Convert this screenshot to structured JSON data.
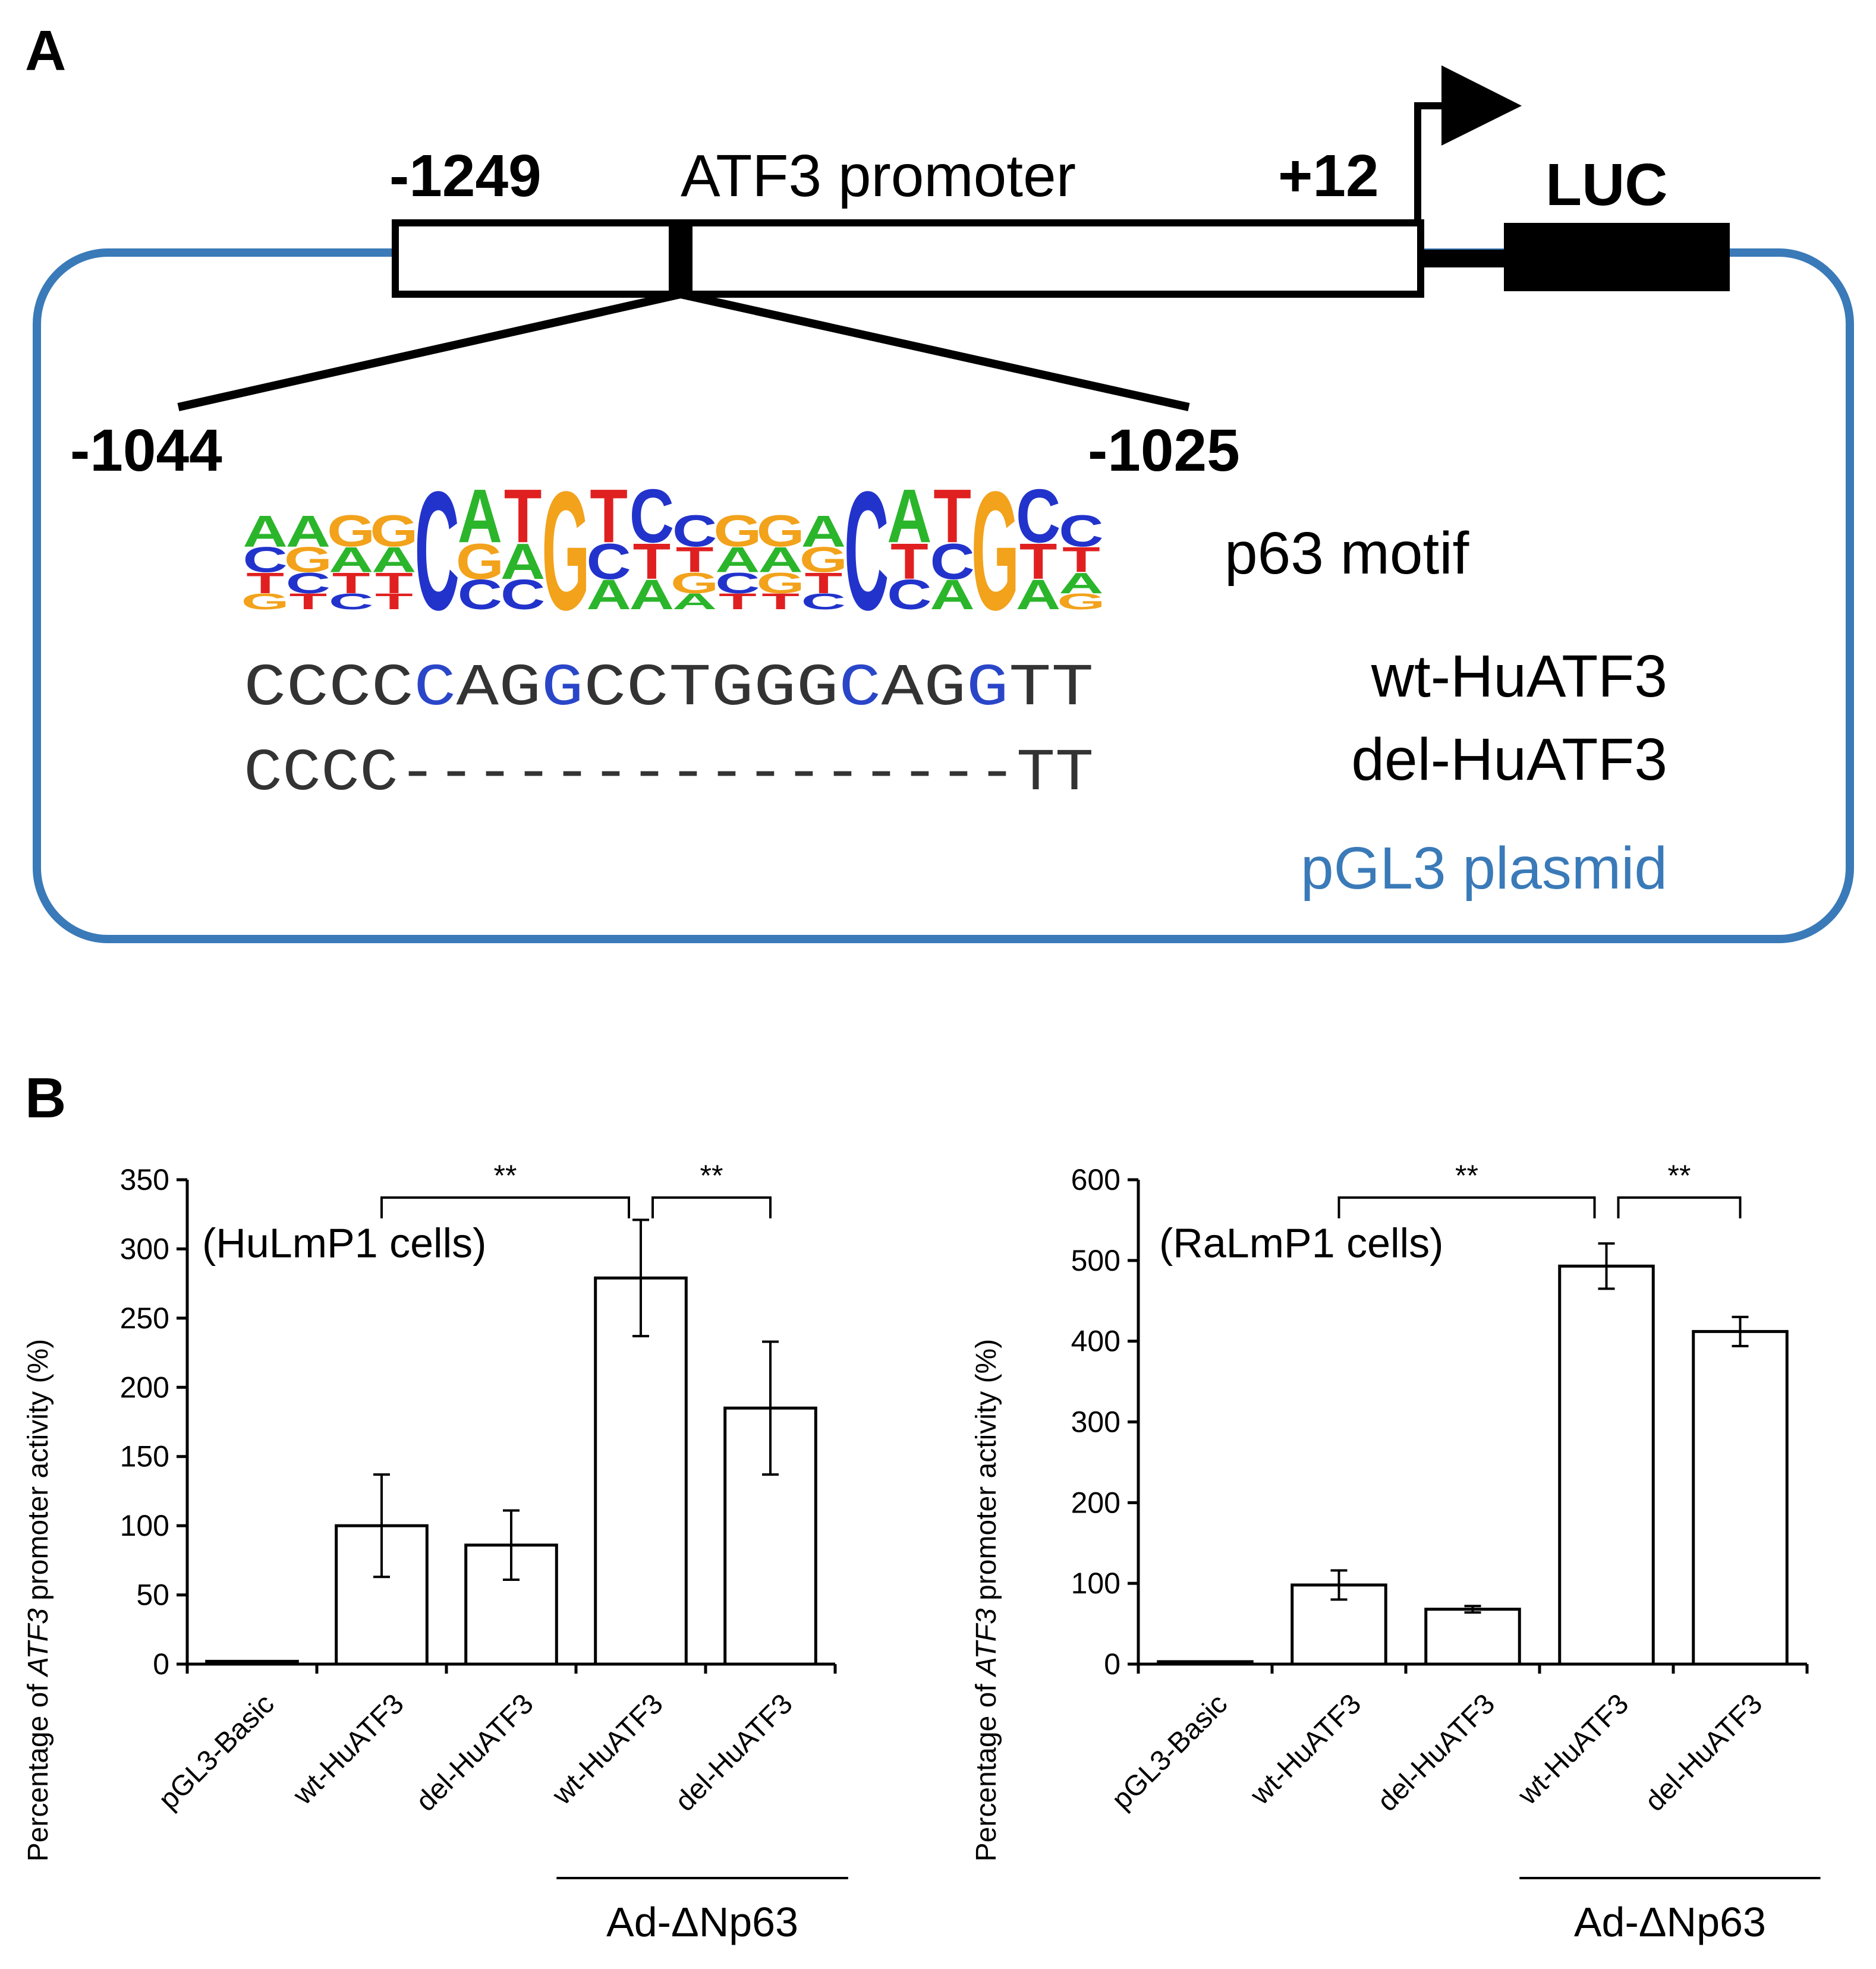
{
  "panel_a": {
    "label": "A",
    "promoter_name": "ATF3 promoter",
    "start_position": "-1249",
    "end_position": "+12",
    "reporter": "LUC",
    "region_start": "-1044",
    "region_end": "-1025",
    "motif_label": "p63 motif",
    "motif_logo": [
      [
        "A",
        "C",
        "T",
        "G"
      ],
      [
        "A",
        "G",
        "C",
        "T"
      ],
      [
        "G",
        "A",
        "T",
        "C"
      ],
      [
        "G",
        "A",
        "T",
        "T"
      ],
      [
        "C"
      ],
      [
        "A",
        "G",
        "C"
      ],
      [
        "T",
        "A",
        "C"
      ],
      [
        "G"
      ],
      [
        "T",
        "C",
        "A"
      ],
      [
        "C",
        "T",
        "A"
      ],
      [
        "C",
        "T",
        "G",
        "A"
      ],
      [
        "G",
        "A",
        "C",
        "T"
      ],
      [
        "G",
        "A",
        "G",
        "T"
      ],
      [
        "A",
        "G",
        "T",
        "C"
      ],
      [
        "C"
      ],
      [
        "A",
        "T",
        "C"
      ],
      [
        "T",
        "C",
        "A"
      ],
      [
        "G"
      ],
      [
        "C",
        "T",
        "A"
      ],
      [
        "C",
        "T",
        "A",
        "G"
      ]
    ],
    "sequences": [
      {
        "name": "wt-HuATF3",
        "segments": [
          {
            "text": "CCCC",
            "color": "#333333"
          },
          {
            "text": "C",
            "color": "#2a46c8"
          },
          {
            "text": "AG",
            "color": "#333333"
          },
          {
            "text": "G",
            "color": "#2a46c8"
          },
          {
            "text": "CCTGGG",
            "color": "#333333"
          },
          {
            "text": "C",
            "color": "#2a46c8"
          },
          {
            "text": "AG",
            "color": "#333333"
          },
          {
            "text": "G",
            "color": "#2a46c8"
          },
          {
            "text": "TT",
            "color": "#333333"
          }
        ]
      },
      {
        "name": "del-HuATF3",
        "segments": [
          {
            "text": "CCCC----------------TT",
            "color": "#333333"
          }
        ]
      }
    ],
    "plasmid_label": "pGL3 plasmid",
    "plasmid_color": "#3a7ab8"
  },
  "panel_b": {
    "label": "B"
  },
  "chart_data": [
    {
      "type": "bar",
      "annotation": "(HuLmP1 cells)",
      "ylabel_prefix": "Percentage of ",
      "ylabel_italic": "ATF3",
      "ylabel_suffix": " promoter  activity (%)",
      "categories": [
        "pGL3-Basic",
        "wt-HuATF3",
        "del-HuATF3",
        "wt-HuATF3",
        "del-HuATF3"
      ],
      "values": [
        2,
        100,
        86,
        279,
        185
      ],
      "errors": [
        0,
        37,
        25,
        42,
        48
      ],
      "ylim": [
        0,
        350
      ],
      "yticks": [
        0,
        50,
        100,
        150,
        200,
        250,
        300,
        350
      ],
      "group_label": "Ad-ΔNp63",
      "group_range": [
        3,
        4
      ],
      "significance": [
        {
          "from": 1,
          "to": 3,
          "label": "**"
        },
        {
          "from": 3,
          "to": 4,
          "label": "**"
        }
      ]
    },
    {
      "type": "bar",
      "annotation": "(RaLmP1 cells)",
      "ylabel_prefix": "Percentage of ",
      "ylabel_italic": "ATF3",
      "ylabel_suffix": " promoter  activity (%)",
      "categories": [
        "pGL3-Basic",
        "wt-HuATF3",
        "del-HuATF3",
        "wt-HuATF3",
        "del-HuATF3"
      ],
      "values": [
        3,
        98,
        68,
        493,
        412
      ],
      "errors": [
        0,
        18,
        4,
        28,
        18
      ],
      "ylim": [
        0,
        600
      ],
      "yticks": [
        0,
        100,
        200,
        300,
        400,
        500,
        600
      ],
      "group_label": "Ad-ΔNp63",
      "group_range": [
        3,
        4
      ],
      "significance": [
        {
          "from": 1,
          "to": 3,
          "label": "**"
        },
        {
          "from": 3,
          "to": 4,
          "label": "**"
        }
      ]
    }
  ]
}
